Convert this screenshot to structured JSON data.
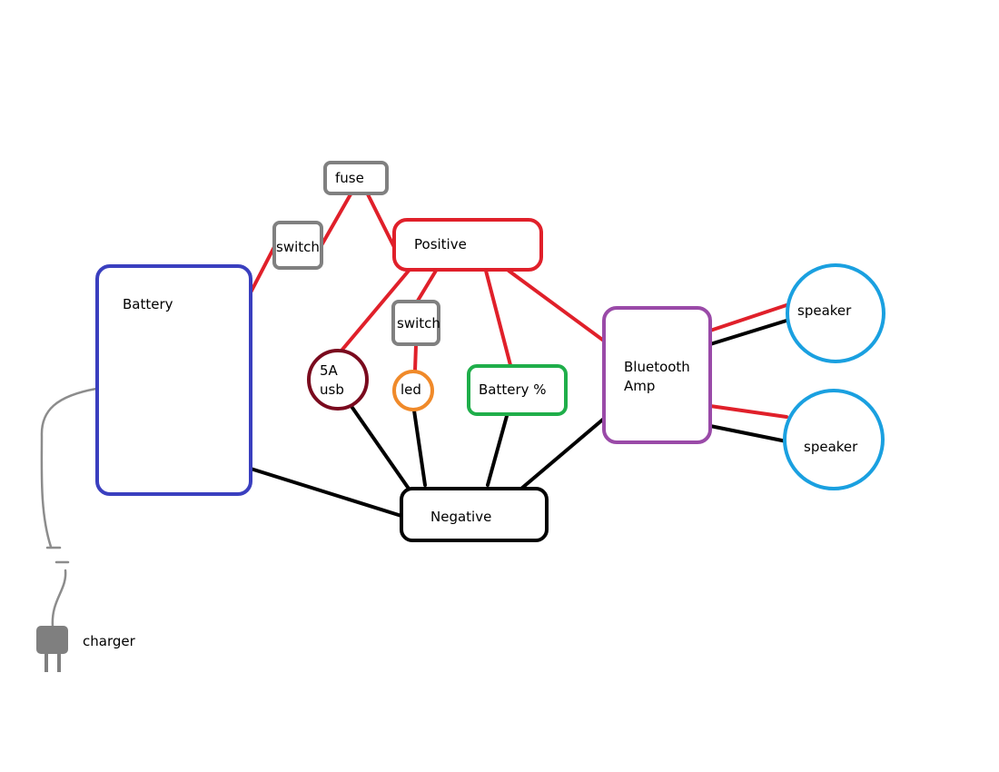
{
  "colors": {
    "positive_wire": "#e0202a",
    "negative_wire": "#000000",
    "charger_wire": "#8c8c8c",
    "battery": "#3a3fbf",
    "switch_fuse": "#808080",
    "positive_bus": "#e0202a",
    "negative_bus": "#000000",
    "usb": "#7a0a1e",
    "led": "#f08a2a",
    "battery_percent": "#1fae4a",
    "amp": "#9a4aa8",
    "speaker": "#1aa0e0",
    "plug": "#7f7f7f"
  },
  "nodes": {
    "battery": "Battery",
    "switch_main": "switch",
    "fuse": "fuse",
    "positive": "Positive",
    "switch_led": "switch",
    "usb": "5A\nusb",
    "led": "led",
    "battery_percent": "Battery %",
    "amp": "Bluetooth\nAmp",
    "speaker_top": "speaker",
    "speaker_bottom": "speaker",
    "negative": "Negative",
    "charger": "charger"
  },
  "plug_icon": "plug-icon"
}
